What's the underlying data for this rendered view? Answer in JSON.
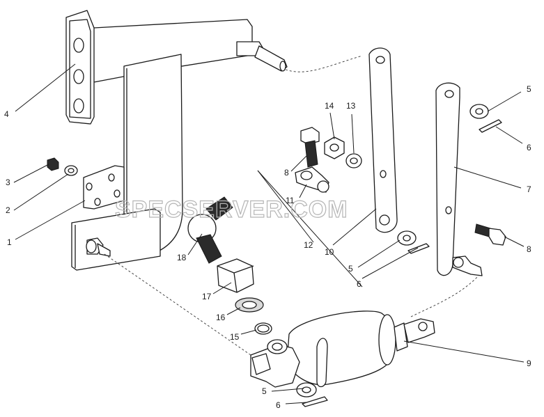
{
  "watermark": "SPECSERVER.COM",
  "callouts": {
    "c1": "1",
    "c2": "2",
    "c3": "3",
    "c4": "4",
    "c5a": "5",
    "c5b": "5",
    "c5c": "5",
    "c6a": "6",
    "c6b": "6",
    "c6c": "6",
    "c7": "7",
    "c8a": "8",
    "c8b": "8",
    "c9": "9",
    "c10": "10",
    "c11": "11",
    "c12": "12",
    "c13": "13",
    "c14": "14",
    "c15": "15",
    "c16": "16",
    "c17": "17",
    "c18": "18"
  },
  "colors": {
    "line": "#1a1a1a",
    "watermark": "#b5b5b5",
    "background": "#ffffff"
  }
}
